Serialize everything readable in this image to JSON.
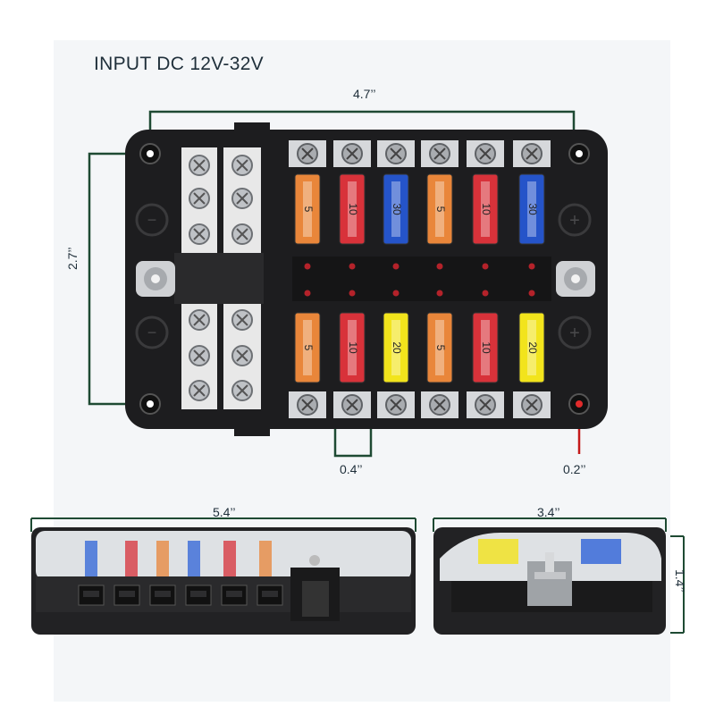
{
  "title": "INPUT DC 12V-32V",
  "dimensions": {
    "width_top": "4.7’’",
    "height_left": "2.7’’",
    "terminal_pitch": "0.4’’",
    "hole": "0.2’’",
    "front_width": "5.4’’",
    "side_width": "3.4’’",
    "side_height": "1.4’’"
  },
  "top_fuses": [
    {
      "rating": "5",
      "color": "#e9863a"
    },
    {
      "rating": "10",
      "color": "#d8323a"
    },
    {
      "rating": "30",
      "color": "#2554c9"
    },
    {
      "rating": "5",
      "color": "#e9863a"
    },
    {
      "rating": "10",
      "color": "#d8323a"
    },
    {
      "rating": "30",
      "color": "#2554c9"
    }
  ],
  "bottom_fuses": [
    {
      "rating": "5",
      "color": "#e9863a"
    },
    {
      "rating": "10",
      "color": "#d8323a"
    },
    {
      "rating": "20",
      "color": "#f2e41c"
    },
    {
      "rating": "5",
      "color": "#e9863a"
    },
    {
      "rating": "10",
      "color": "#d8323a"
    },
    {
      "rating": "20",
      "color": "#f2e41c"
    }
  ],
  "symbols": {
    "minus": "−",
    "plus": "+"
  }
}
